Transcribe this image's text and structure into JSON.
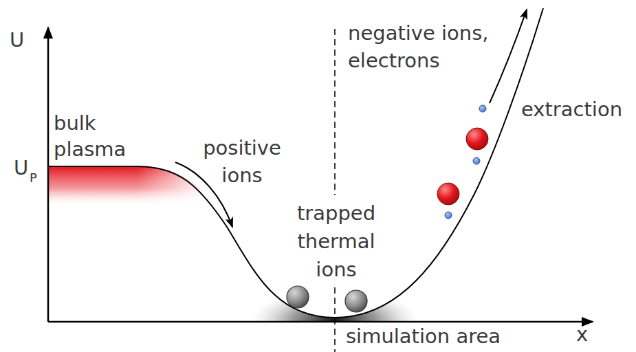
{
  "diagram": {
    "labels": [
      "U",
      "bulk plasma",
      "U",
      "P",
      "positive ions",
      "trapped thermal ions",
      "negative ions, electrons",
      "extraction",
      "x",
      "simulation area"
    ]
  }
}
